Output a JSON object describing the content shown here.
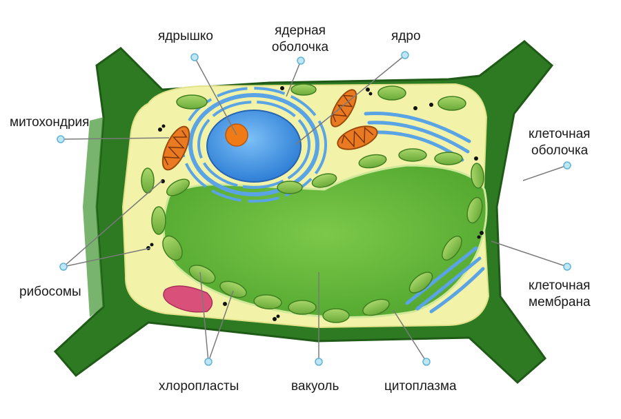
{
  "labels": {
    "nucleolus": "ядрышко",
    "nuclear_envelope_1": "ядерная",
    "nuclear_envelope_2": "оболочка",
    "nucleus": "ядро",
    "mitochondria": "митохондрия",
    "cell_wall_1": "клеточная",
    "cell_wall_2": "оболочка",
    "ribosomes": "рибосомы",
    "cell_membrane_1": "клеточная",
    "cell_membrane_2": "мембрана",
    "chloroplasts": "хлоропласты",
    "vacuole": "вакуоль",
    "cytoplasm": "цитоплазма"
  },
  "colors": {
    "cell_wall": "#2d7a23",
    "cytoplasm": "#f2f3a8",
    "vacuole": "#62b83a",
    "chloroplast": "#8cc34f",
    "nucleus": "#3f8fe0",
    "nucleolus": "#f07a16",
    "er": "#5aa3e4",
    "mitochondrion": "#ea7a22",
    "golgi": "#d9517a",
    "pointer": "#bfe6f4"
  }
}
